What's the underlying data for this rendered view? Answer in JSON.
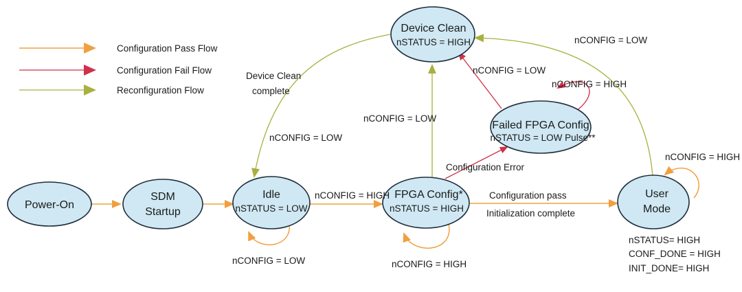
{
  "colors": {
    "node_fill": "#cfe8f3",
    "pass_flow": "#f0a040",
    "fail_flow": "#d0304a",
    "reconfiguration_flow": "#a8b040"
  },
  "legend": [
    {
      "label": "Configuration Pass Flow",
      "color": "#f0a040"
    },
    {
      "label": "Configuration Fail Flow",
      "color": "#d0304a"
    },
    {
      "label": "Reconfiguration Flow",
      "color": "#a8b040"
    }
  ],
  "nodes": {
    "power_on": {
      "title": "Power-On"
    },
    "sdm_startup": {
      "title_line1": "SDM",
      "title_line2": "Startup"
    },
    "idle": {
      "title": "Idle",
      "status": "nSTATUS = LOW"
    },
    "fpga_config": {
      "title": "FPGA Config*",
      "status": "nSTATUS = HIGH"
    },
    "user_mode": {
      "title_line1": "User",
      "title_line2": "Mode"
    },
    "device_clean": {
      "title": "Device Clean",
      "status": "nSTATUS = HIGH"
    },
    "failed_config": {
      "title": "Failed FPGA Config",
      "status": "nSTATUS = LOW Pulse**"
    }
  },
  "transitions": {
    "idle_to_fpga": "nCONFIG = HIGH",
    "idle_self": "nCONFIG = LOW",
    "fpga_self": "nCONFIG = HIGH",
    "fpga_to_user_line1": "Configuration pass",
    "fpga_to_user_line2": "Initialization complete",
    "user_self": "nCONFIG = HIGH",
    "user_to_clean": "nCONFIG = LOW",
    "fpga_to_clean": "nCONFIG = LOW",
    "failed_to_clean": "nCONFIG = LOW",
    "failed_self": "nCONFIG = HIGH",
    "fpga_to_failed": "Configuration Error",
    "clean_to_idle_line1": "Device Clean",
    "clean_to_idle_line2": "complete",
    "clean_to_idle_cond": "nCONFIG = LOW"
  },
  "user_mode_status": [
    "nSTATUS= HIGH",
    "CONF_DONE = HIGH",
    "INIT_DONE= HIGH"
  ]
}
